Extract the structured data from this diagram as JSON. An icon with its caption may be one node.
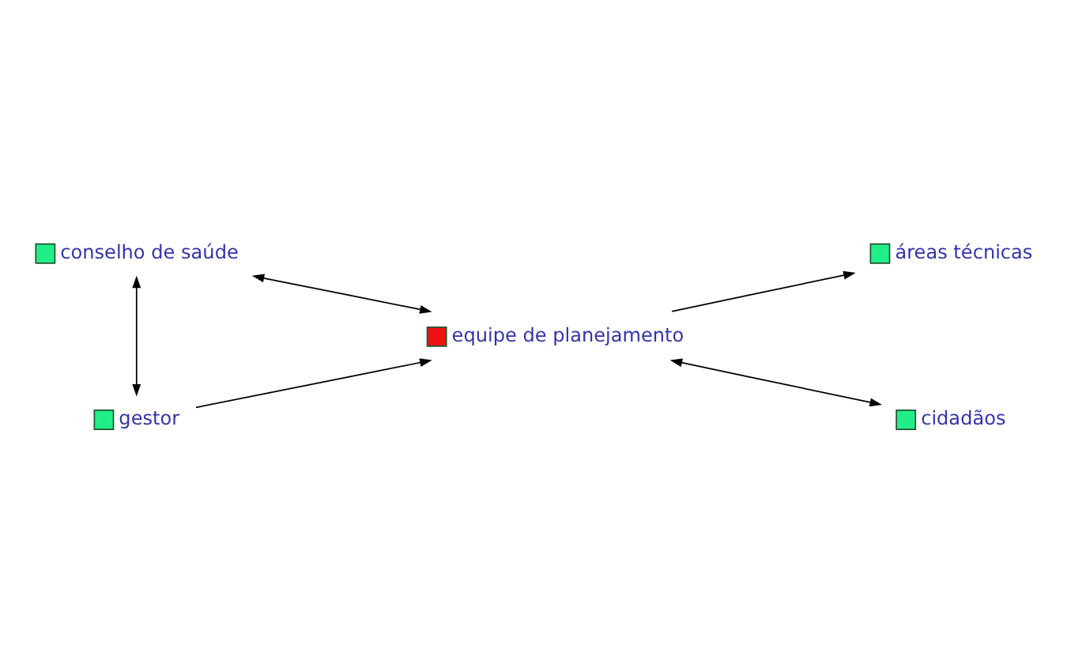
{
  "diagram": {
    "nodes": [
      {
        "text": [
          "áreas técnicas"
        ]
      },
      {
        "text": [
          "conselho de saúde"
        ]
      },
      {
        "text": [
          "equipe de planejamento"
        ]
      },
      {
        "text": [
          "cidadãos"
        ]
      },
      {
        "text": [
          "gestor"
        ]
      }
    ],
    "edges": [
      {
        "from": 1,
        "to": 2,
        "arrow": "both"
      },
      {
        "from": 1,
        "to": 4,
        "arrow": "both"
      },
      {
        "from": 4,
        "to": 2,
        "arrow": "to"
      },
      {
        "from": 2,
        "to": 0,
        "arrow": "to"
      },
      {
        "from": 2,
        "to": 3,
        "arrow": "both"
      }
    ]
  }
}
